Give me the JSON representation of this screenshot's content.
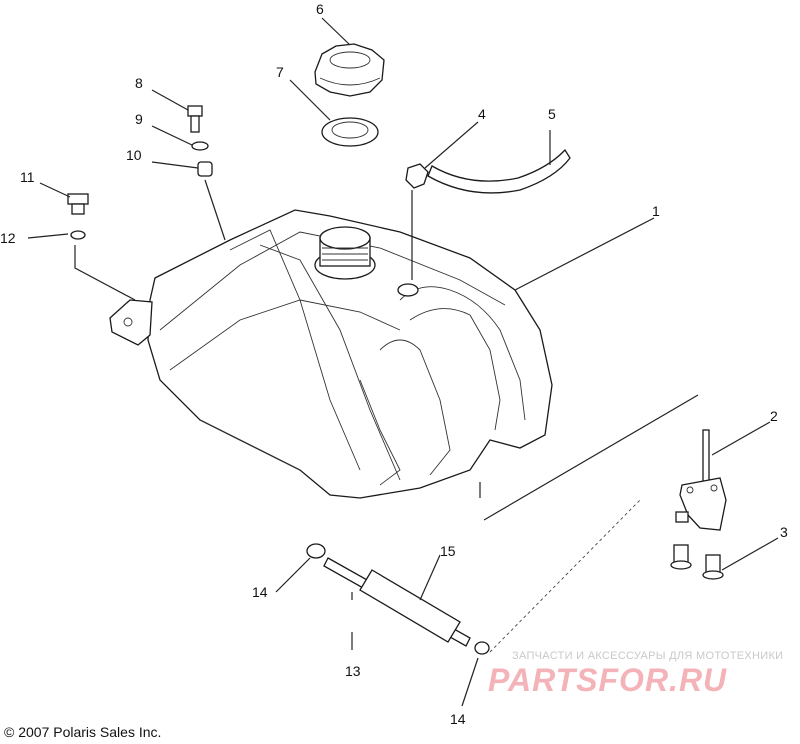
{
  "callouts": {
    "c1": "1",
    "c2": "2",
    "c3": "3",
    "c4": "4",
    "c5": "5",
    "c6": "6",
    "c7": "7",
    "c8": "8",
    "c9": "9",
    "c10": "10",
    "c11": "11",
    "c12": "12",
    "c13": "13",
    "c14a": "14",
    "c14b": "14",
    "c15": "15"
  },
  "copyright": "© 2007 Polaris Sales Inc.",
  "watermark": {
    "subtitle": "ЗАПЧАСТИ И АКСЕССУАРЫ ДЛЯ МОТОТЕХНИКИ",
    "logo": "PARTSFOR.RU"
  }
}
